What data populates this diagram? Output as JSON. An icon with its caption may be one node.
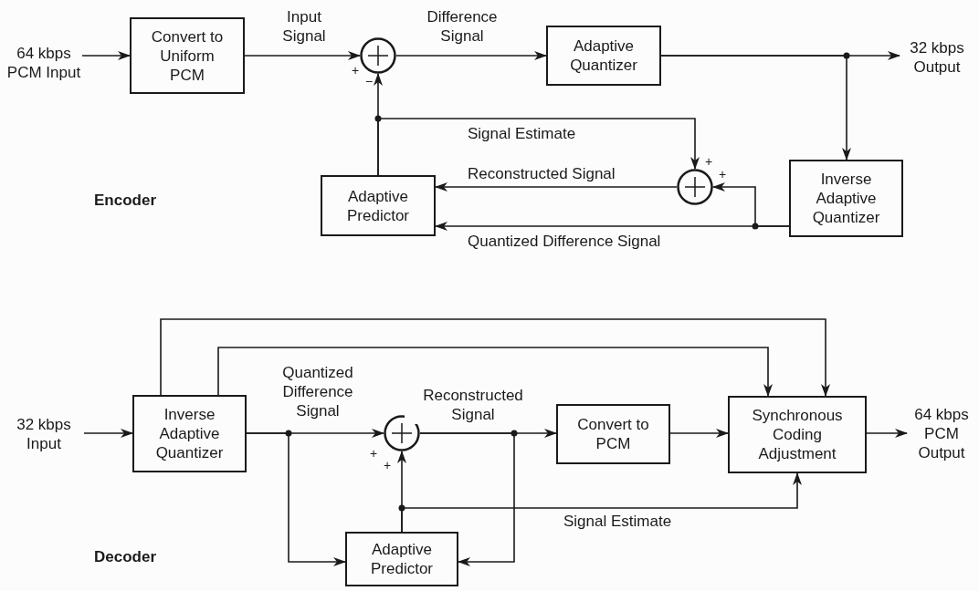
{
  "diagram": {
    "nodes": [
      {
        "text": [
          "64 kbps PCM Input"
        ]
      },
      {
        "text": [
          "Convert to Uniform PCM"
        ]
      },
      {
        "text": [],
        "shape": "circle",
        "beside": [
          "+",
          "−"
        ]
      },
      {
        "text": [
          "Adaptive Quantizer"
        ]
      },
      {
        "text": [
          "32 kbps Output"
        ]
      },
      {
        "text": [
          "Inverse Adaptive Quantizer"
        ]
      },
      {
        "text": [],
        "shape": "circle",
        "beside": [
          "+",
          "+"
        ]
      },
      {
        "text": [
          "Adaptive Predictor"
        ]
      },
      {
        "text": [
          "32 kbps Input"
        ]
      },
      {
        "text": [
          "Inverse Adaptive Quantizer"
        ]
      },
      {
        "text": [],
        "shape": "circle",
        "beside": [
          "+",
          "+"
        ]
      },
      {
        "text": [
          "Convert to PCM"
        ]
      },
      {
        "text": [
          "Synchronous Coding Adjustment"
        ]
      },
      {
        "text": [
          "64 kbps PCM Output"
        ]
      },
      {
        "text": [
          "Adaptive Predictor"
        ]
      }
    ],
    "edges": [
      {
        "from": 0,
        "to": 1,
        "arrow": "to"
      },
      {
        "from": 1,
        "to": 2,
        "arrow": "to",
        "label": "Input Signal"
      },
      {
        "from": 2,
        "to": 3,
        "arrow": "to",
        "label": "Difference Signal"
      },
      {
        "from": 3,
        "to": 4,
        "arrow": "to"
      },
      {
        "from": 3,
        "to": 5,
        "arrow": "to"
      },
      {
        "from": 7,
        "to": 2,
        "arrow": "to"
      },
      {
        "from": 7,
        "to": 6,
        "arrow": "to",
        "label": "Signal Estimate"
      },
      {
        "from": 6,
        "to": 7,
        "arrow": "to",
        "label": "Reconstructed Signal"
      },
      {
        "from": 5,
        "to": 7,
        "arrow": "to",
        "label": "Quantized Difference Signal"
      },
      {
        "from": 5,
        "to": 6,
        "arrow": "to"
      },
      {
        "from": 8,
        "to": 9,
        "arrow": "to"
      },
      {
        "from": 9,
        "to": 10,
        "arrow": "to",
        "label": "Quantized Difference Signal"
      },
      {
        "from": 10,
        "to": 11,
        "arrow": "to",
        "label": "Reconstructed Signal"
      },
      {
        "from": 11,
        "to": 12,
        "arrow": "to"
      },
      {
        "from": 12,
        "to": 13,
        "arrow": "to"
      },
      {
        "from": 9,
        "to": 12,
        "arrow": "to"
      },
      {
        "from": 9,
        "to": 12,
        "arrow": "to"
      },
      {
        "from": 9,
        "to": 14,
        "arrow": "to"
      },
      {
        "from": 10,
        "to": 14,
        "arrow": "to"
      },
      {
        "from": 14,
        "to": 10,
        "arrow": "to"
      },
      {
        "from": 14,
        "to": 12,
        "arrow": "to",
        "label": "Signal Estimate"
      }
    ],
    "labels": [
      "Encoder",
      "Decoder"
    ]
  }
}
